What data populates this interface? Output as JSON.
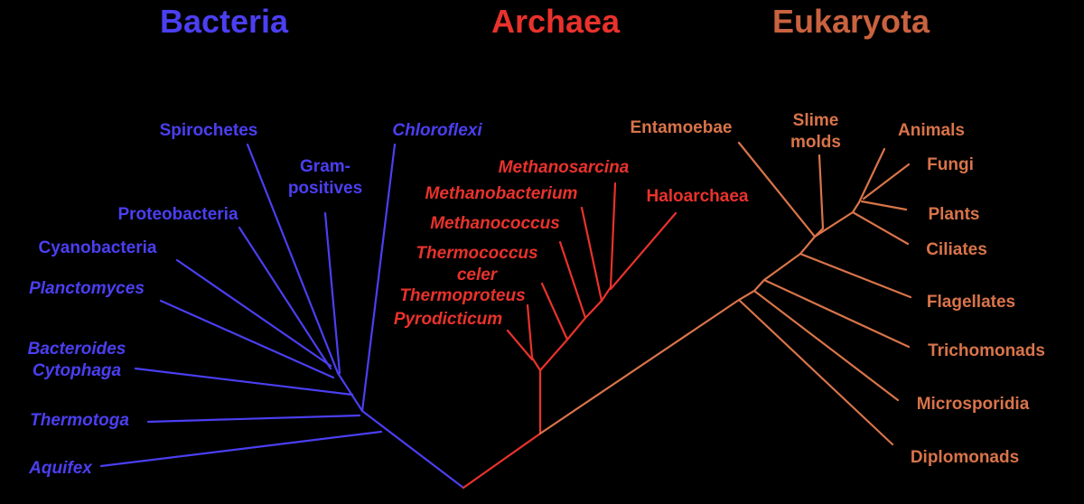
{
  "colors": {
    "bacteria": "#4b3ff2",
    "archaea": "#e9322c",
    "eukaryota": "#d9744a",
    "background": "#000000"
  },
  "domains": [
    {
      "name": "Bacteria",
      "color": "#4b3ff2"
    },
    {
      "name": "Archaea",
      "color": "#e9322c"
    },
    {
      "name": "Eukaryota",
      "color": "#c9623f"
    }
  ],
  "bacteria_taxa": [
    {
      "lines": [
        "Spirochetes"
      ],
      "italic": false
    },
    {
      "lines": [
        "Gram-",
        "positives"
      ],
      "italic": false
    },
    {
      "lines": [
        "Chloroflexi"
      ],
      "italic": true
    },
    {
      "lines": [
        "Proteobacteria"
      ],
      "italic": false
    },
    {
      "lines": [
        "Cyanobacteria"
      ],
      "italic": false
    },
    {
      "lines": [
        "Planctomyces"
      ],
      "italic": true
    },
    {
      "lines": [
        "Bacteroides",
        "Cytophaga"
      ],
      "italic": true
    },
    {
      "lines": [
        "Thermotoga"
      ],
      "italic": true
    },
    {
      "lines": [
        "Aquifex"
      ],
      "italic": true
    }
  ],
  "archaea_taxa": [
    {
      "lines": [
        "Methanosarcina"
      ],
      "italic": true
    },
    {
      "lines": [
        "Methanobacterium"
      ],
      "italic": true
    },
    {
      "lines": [
        "Haloarchaea"
      ],
      "italic": false
    },
    {
      "lines": [
        "Methanococcus"
      ],
      "italic": true
    },
    {
      "lines": [
        "Thermococcus",
        "celer"
      ],
      "italic": true
    },
    {
      "lines": [
        "Thermoproteus"
      ],
      "italic": true
    },
    {
      "lines": [
        "Pyrodicticum"
      ],
      "italic": true
    }
  ],
  "eukaryota_taxa": [
    {
      "lines": [
        "Entamoebae"
      ],
      "italic": false
    },
    {
      "lines": [
        "Slime",
        "molds"
      ],
      "italic": false
    },
    {
      "lines": [
        "Animals"
      ],
      "italic": false
    },
    {
      "lines": [
        "Fungi"
      ],
      "italic": false
    },
    {
      "lines": [
        "Plants"
      ],
      "italic": false
    },
    {
      "lines": [
        "Ciliates"
      ],
      "italic": false
    },
    {
      "lines": [
        "Flagellates"
      ],
      "italic": false
    },
    {
      "lines": [
        "Trichomonads"
      ],
      "italic": false
    },
    {
      "lines": [
        "Microsporidia"
      ],
      "italic": false
    },
    {
      "lines": [
        "Diplomonads"
      ],
      "italic": false
    }
  ]
}
